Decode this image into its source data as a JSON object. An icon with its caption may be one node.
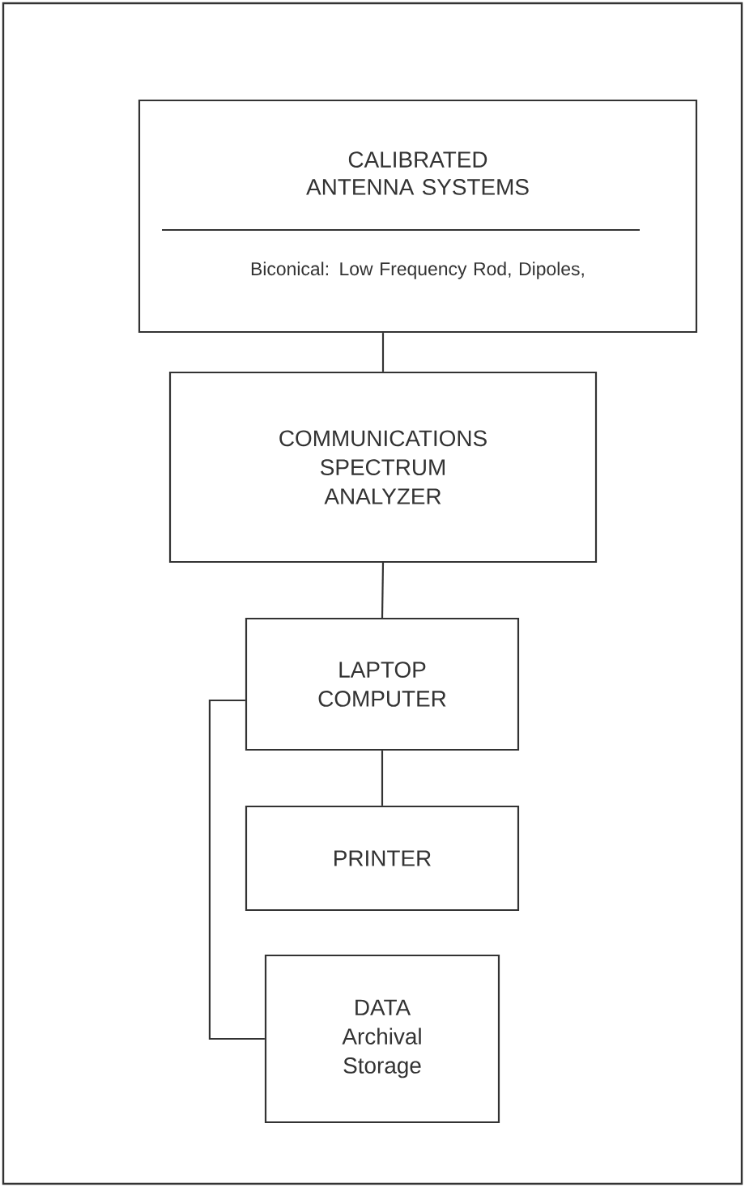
{
  "diagram": {
    "nodes": [
      {
        "text": [
          "CALIBRATED ANTENNA SYSTEMS",
          "Biconical: Low Frequency Rod, Dipoles,"
        ]
      },
      {
        "text": [
          "COMMUNICATIONS SPECTRUM ANALYZER"
        ]
      },
      {
        "text": [
          "LAPTOP COMPUTER"
        ]
      },
      {
        "text": [
          "PRINTER"
        ]
      },
      {
        "text": [
          "DATA Archival Storage"
        ]
      }
    ],
    "edges": [
      {
        "from": 0,
        "to": 1,
        "arrow": "none"
      },
      {
        "from": 1,
        "to": 2,
        "arrow": "none"
      },
      {
        "from": 2,
        "to": 3,
        "arrow": "none"
      },
      {
        "from": 2,
        "to": 4,
        "arrow": "none"
      }
    ]
  }
}
